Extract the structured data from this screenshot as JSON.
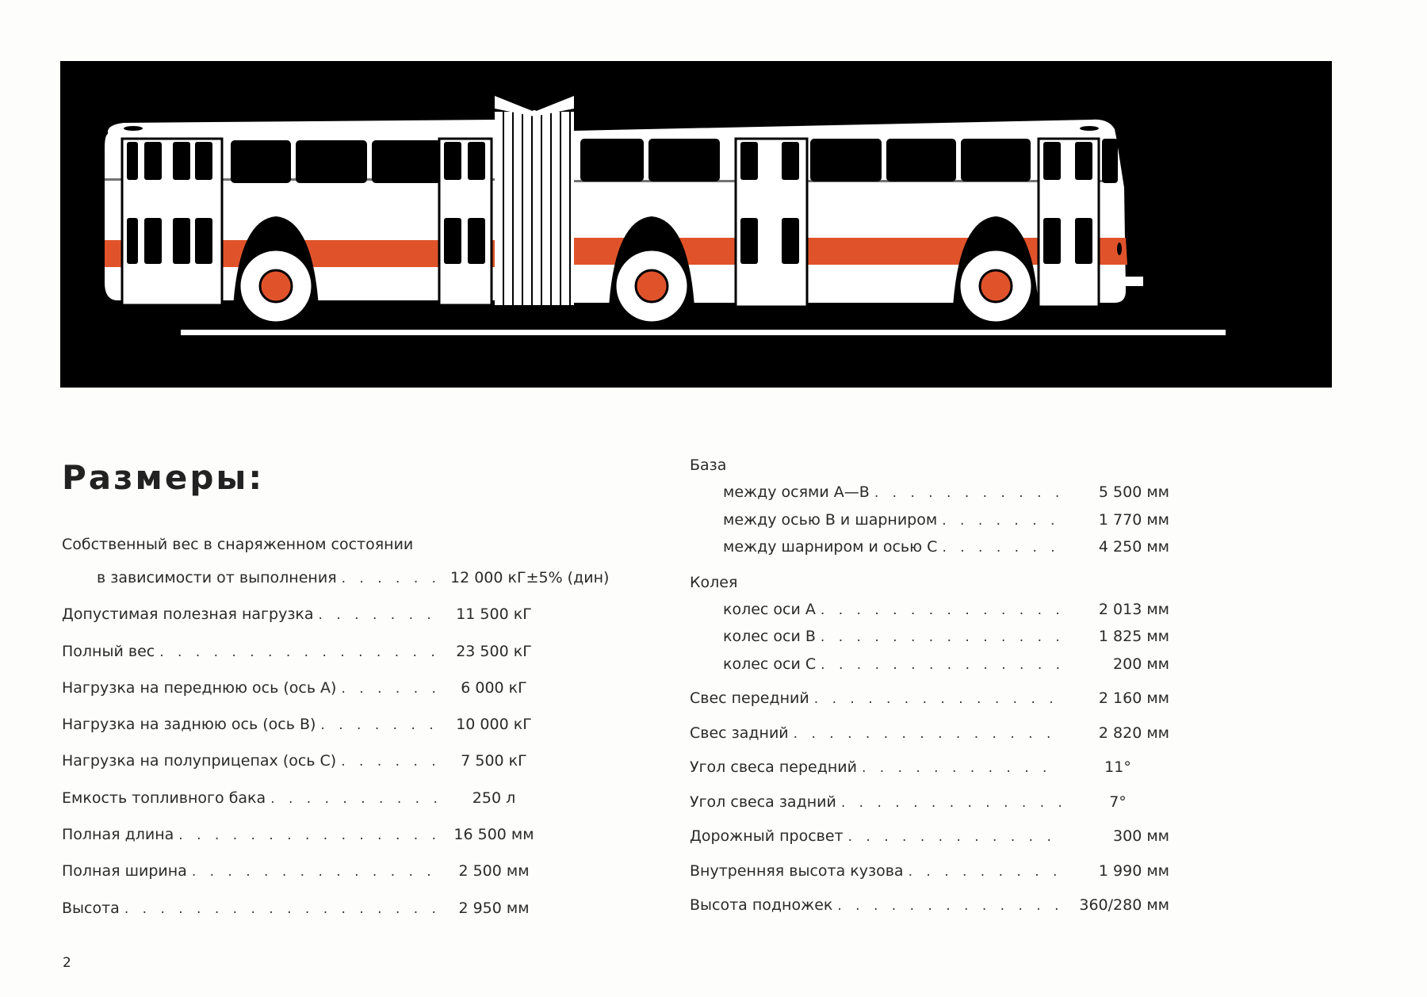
{
  "heading": "Размеры:",
  "page_number": "2",
  "colors": {
    "banner_bg": "#000000",
    "stripe": "#e0532a",
    "body": "#ffffff"
  },
  "left_rows": [
    {
      "label": "Собственный вес в снаряженном состоянии",
      "value": ""
    },
    {
      "label": "в зависимости от выполнения",
      "value": "12 000 кГ±5% (дин)"
    },
    {
      "label": "Допустимая полезная нагрузка",
      "value": "11 500 кГ"
    },
    {
      "label": "Полный вес",
      "value": "23 500 кГ"
    },
    {
      "label": "Нагрузка на переднюю ось (ось А)",
      "value": "6 000 кГ"
    },
    {
      "label": "Нагрузка на заднюю ось (ось В)",
      "value": "10 000 кГ"
    },
    {
      "label": "Нагрузка на полуприцепах (ось С)",
      "value": "7 500 кГ"
    },
    {
      "label": "Емкость топливного бака",
      "value": "250 л"
    },
    {
      "label": "Полная длина",
      "value": "16 500 мм"
    },
    {
      "label": "Полная ширина",
      "value": "2 500 мм"
    },
    {
      "label": "Высота",
      "value": "2 950 мм"
    }
  ],
  "right_rows": [
    {
      "label": "База",
      "value": ""
    },
    {
      "label": "между осями А—В",
      "value": "5 500 мм"
    },
    {
      "label": "между осью В и шарниром",
      "value": "1 770 мм"
    },
    {
      "label": "между шарниром и осью С",
      "value": "4 250 мм"
    },
    {
      "label": "Колея",
      "value": ""
    },
    {
      "label": "колес оси А",
      "value": "2 013 мм"
    },
    {
      "label": "колес оси В",
      "value": "1 825 мм"
    },
    {
      "label": "колес оси С",
      "value": "200 мм"
    },
    {
      "label": "Свес передний",
      "value": "2 160 мм"
    },
    {
      "label": "Свес задний",
      "value": "2 820 мм"
    },
    {
      "label": "Угол свеса передний",
      "value": "11°"
    },
    {
      "label": "Угол свеса задний",
      "value": "7°"
    },
    {
      "label": "Дорожный просвет",
      "value": "300 мм"
    },
    {
      "label": "Внутренняя высота кузова",
      "value": "1 990 мм"
    },
    {
      "label": "Высота подножек",
      "value": "360/280 мм"
    }
  ]
}
